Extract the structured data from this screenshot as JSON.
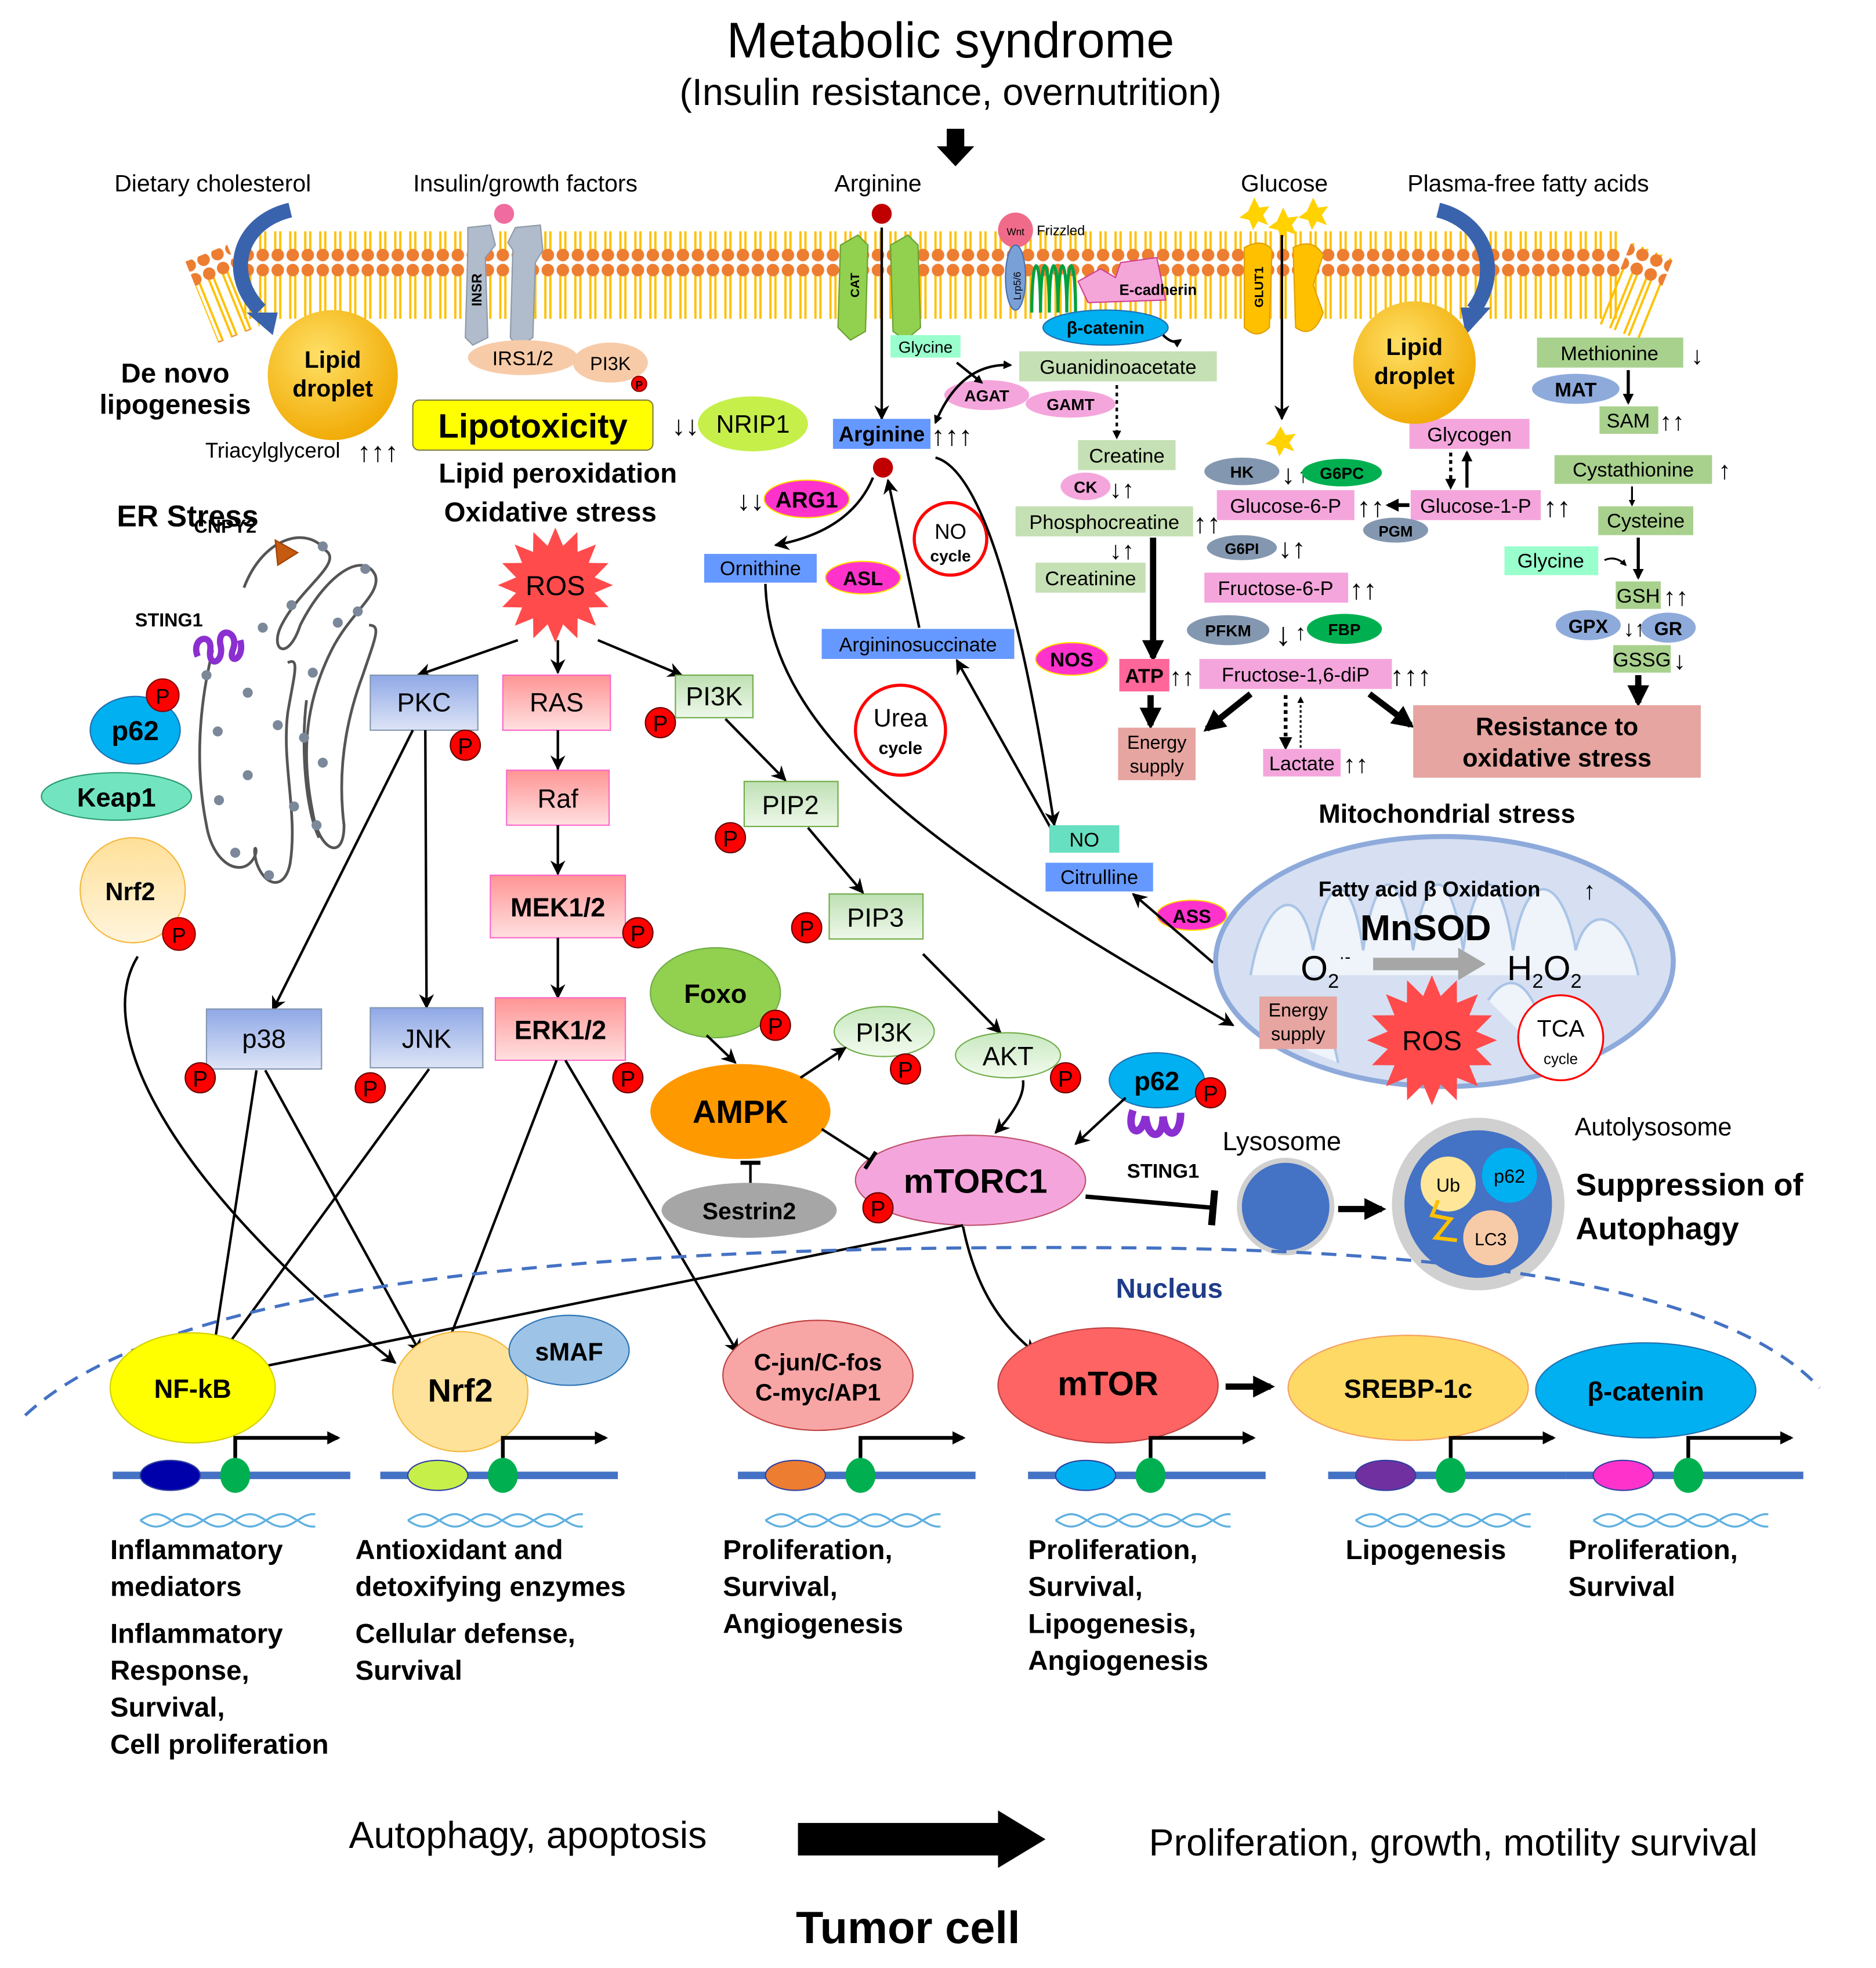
{
  "title": "Metabolic syndrome",
  "subtitle": "(Insulin resistance, overnutrition)",
  "inputs": {
    "dietary_cholesterol": "Dietary cholesterol",
    "insulin": "Insulin/growth factors",
    "arginine": "Arginine",
    "glucose": "Glucose",
    "ffa": "Plasma-free fatty acids"
  },
  "membrane": {
    "insr": "INSR",
    "cat": "CAT",
    "lrp": "Lrp5/6",
    "wnt": "Wnt",
    "frizzled": "Frizzled",
    "ecadherin": "E-cadherin",
    "bcatenin": "β-catenin",
    "glut1": "GLUT1"
  },
  "lipid": {
    "de_novo": [
      "De novo",
      "lipogenesis"
    ],
    "droplet": [
      "Lipid",
      "droplet"
    ],
    "tag": "Triacylglycerol",
    "tag_trend": "↑↑↑",
    "irs": "IRS1/2",
    "pi3k": "PI3K",
    "lipotoxicity": "Lipotoxicity",
    "nrip1": "NRIP1",
    "nrip1_trend": "↓↓",
    "lipid_perox": "Lipid peroxidation",
    "ox_stress": "Oxidative stress"
  },
  "er": {
    "title": "ER Stress",
    "cnpy2": "CNPY2",
    "sting1": "STING1",
    "p62": "p62",
    "keap1": "Keap1",
    "nrf2": "Nrf2"
  },
  "phospho": "P",
  "ros": "ROS",
  "kinases": {
    "pkc": "PKC",
    "ras": "RAS",
    "pi3k": "PI3K",
    "raf": "Raf",
    "pip2": "PIP2",
    "mek": "MEK1/2",
    "pip3": "PIP3",
    "p38": "p38",
    "jnk": "JNK",
    "erk": "ERK1/2",
    "foxo": "Foxo",
    "pi3k2": "PI3K",
    "akt": "AKT",
    "ampk": "AMPK",
    "sestrin": "Sestrin2",
    "mtorc1": "mTORC1",
    "p62": "p62",
    "sting1": "STING1"
  },
  "arginine": {
    "glycine": "Glycine",
    "guanidino": "Guanidinoacetate",
    "agat": "AGAT",
    "gamt": "GAMT",
    "arginine": "Arginine",
    "arginine_trend": "↑↑↑",
    "creatine": "Creatine",
    "ck": "CK",
    "phosphocreatine": "Phosphocreatine",
    "phosphocreatine_trend": "↑↑",
    "creatinine": "Creatinine",
    "arg1": "ARG1",
    "arg1_trend": "↓↓",
    "no_cycle": [
      "NO",
      "cycle"
    ],
    "ornithine": "Ornithine",
    "asl": "ASL",
    "argininosuccinate": "Argininosuccinate",
    "nos": "NOS",
    "urea": [
      "Urea",
      "cycle"
    ],
    "no": "NO",
    "citrulline": "Citrulline",
    "ass": "ASS",
    "atp": "ATP",
    "atp_trend": "↑↑"
  },
  "glycolysis": {
    "hk": "HK",
    "g6pc": "G6PC",
    "g6p": "Glucose-6-P",
    "g6p_trend": "↑↑",
    "glycogen": "Glycogen",
    "g1p": "Glucose-1-P",
    "g1p_trend": "↑↑",
    "pgm": "PGM",
    "g6pi": "G6PI",
    "f6p": "Fructose-6-P",
    "f6p_trend": "↑↑",
    "pfkm": "PFKM",
    "fbp": "FBP",
    "f16": "Fructose-1,6-diP",
    "f16_trend": "↑↑↑",
    "energy": [
      "Energy",
      "supply"
    ],
    "lactate": "Lactate",
    "lactate_trend": "↑↑"
  },
  "methionine": {
    "methionine": "Methionine",
    "methionine_trend": "↓",
    "mat": "MAT",
    "sam": "SAM",
    "sam_trend": "↑↑",
    "cystathionine": "Cystathionine",
    "cystathionine_trend": "↑",
    "cysteine": "Cysteine",
    "glycine": "Glycine",
    "gsh": "GSH",
    "gsh_trend": "↑↑",
    "gpx": "GPX",
    "gr": "GR",
    "gssg": "GSSG",
    "gssg_trend": "↓",
    "resistance": [
      "Resistance to",
      "oxidative stress"
    ]
  },
  "mito": {
    "title": "Mitochondrial stress",
    "fao": "Fatty acid β Oxidation",
    "fao_trend": "↑",
    "mnsod": "MnSOD",
    "o2": "O",
    "o2_sub": "2",
    "o2_sup": "·-",
    "h2o2": [
      "H",
      "2",
      "O",
      "2"
    ],
    "energy": [
      "Energy",
      "supply"
    ],
    "ros": "ROS",
    "tca": [
      "TCA",
      "cycle"
    ]
  },
  "autophagy": {
    "lysosome": "Lysosome",
    "autolysosome": "Autolysosome",
    "ub": "Ub",
    "p62": "p62",
    "lc3": "LC3",
    "suppression": [
      "Suppression of",
      "Autophagy"
    ]
  },
  "nucleus": {
    "label": "Nucleus",
    "tfs": [
      {
        "name": "NF-kB",
        "color": "#ffff00",
        "outcome": [
          "Inflammatory",
          "mediators",
          "",
          "Inflammatory",
          "Response,",
          "Survival,",
          "Cell proliferation"
        ],
        "element_color": "#0000aa"
      },
      {
        "name": "Nrf2",
        "color": "#ffe29a",
        "partner": "sMAF",
        "outcome": [
          "Antioxidant and",
          "detoxifying enzymes",
          "",
          "Cellular defense,",
          "Survival"
        ],
        "element_color": "#c6ef4a"
      },
      {
        "name": "C-jun/C-fos",
        "name2": "C-myc/AP1",
        "color": "#f8a5a5",
        "outcome": [
          "Proliferation,",
          "Survival,",
          "Angiogenesis"
        ],
        "element_color": "#ed7d31"
      },
      {
        "name": "mTOR",
        "color": "#ff6464",
        "outcome": [
          "Proliferation,",
          "Survival,",
          "Lipogenesis,",
          "Angiogenesis"
        ],
        "element_color": "#00b0f0"
      },
      {
        "name": "SREBP-1c",
        "color": "#ffd966",
        "outcome": [
          "Lipogenesis"
        ],
        "element_color": "#7030a0"
      },
      {
        "name": "β-catenin",
        "color": "#00b0f0",
        "outcome": [
          "Proliferation,",
          "Survival"
        ],
        "element_color": "#ff33cc"
      }
    ]
  },
  "footer": {
    "left": "Autophagy, apoptosis",
    "right": "Proliferation, growth, motility survival",
    "title": "Tumor cell"
  },
  "colors": {
    "up_arrow": "#c00000",
    "down_arrow": "#0000cc",
    "membrane_head": "#ed7d31",
    "membrane_tail": "#ffc000"
  }
}
